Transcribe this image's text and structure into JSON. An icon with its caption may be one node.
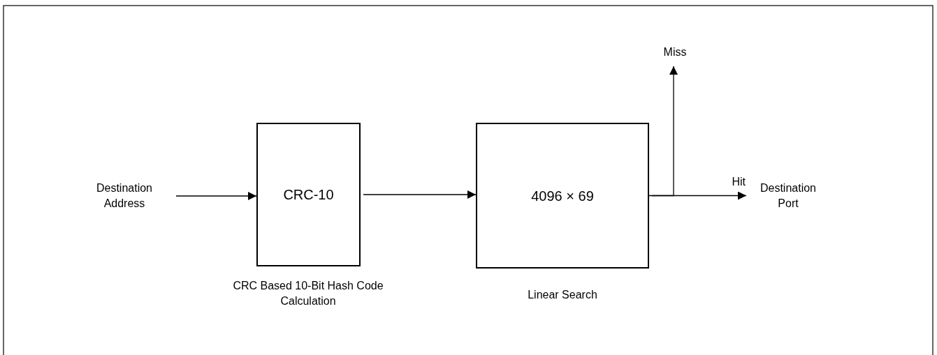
{
  "diagram": {
    "nodes": [
      {
        "text": [
          "Destination Address"
        ]
      },
      {
        "text": [
          "CRC-10"
        ],
        "beside": [
          "CRC Based 10-Bit Hash Code Calculation"
        ]
      },
      {
        "text": [
          "4096 × 69"
        ],
        "beside": [
          "Linear Search"
        ]
      },
      {
        "text": [
          "Miss"
        ]
      },
      {
        "text": [
          "Destination Port"
        ]
      }
    ],
    "edges": [
      {
        "from": 0,
        "to": 1,
        "arrow": "to"
      },
      {
        "from": 1,
        "to": 2,
        "arrow": "to"
      },
      {
        "from": 2,
        "to": 4,
        "arrow": "to",
        "label": "Hit"
      },
      {
        "from": 2,
        "to": 3,
        "arrow": "to"
      }
    ]
  }
}
